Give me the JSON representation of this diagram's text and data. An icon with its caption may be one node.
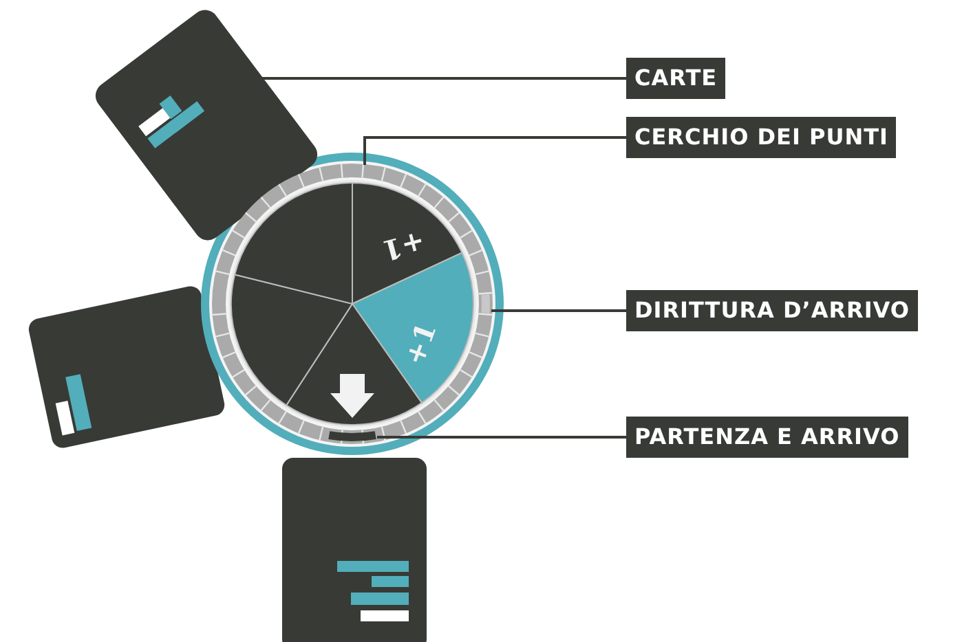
{
  "diagram": {
    "nodes": [
      {
        "text": [
          "CARTE"
        ]
      },
      {
        "text": [
          "CERCHIO DEI PUNTI"
        ]
      },
      {
        "text": [
          "DIRITTURA D’ARRIVO"
        ]
      },
      {
        "text": [
          "PARTENZA E ARRIVO"
        ]
      },
      {
        "text": [],
        "shape": "box"
      },
      {
        "text": [],
        "shape": "circle"
      },
      {
        "text": [],
        "shape": "bar"
      },
      {
        "text": [],
        "shape": "bar"
      }
    ],
    "edges": [
      {
        "from": 0,
        "to": 4,
        "arrow": "none"
      },
      {
        "from": 1,
        "to": 5,
        "arrow": "none"
      },
      {
        "from": 2,
        "to": 6,
        "arrow": "none"
      },
      {
        "from": 3,
        "to": 7,
        "arrow": "none"
      }
    ],
    "labels": [
      "+1",
      "+1"
    ]
  }
}
